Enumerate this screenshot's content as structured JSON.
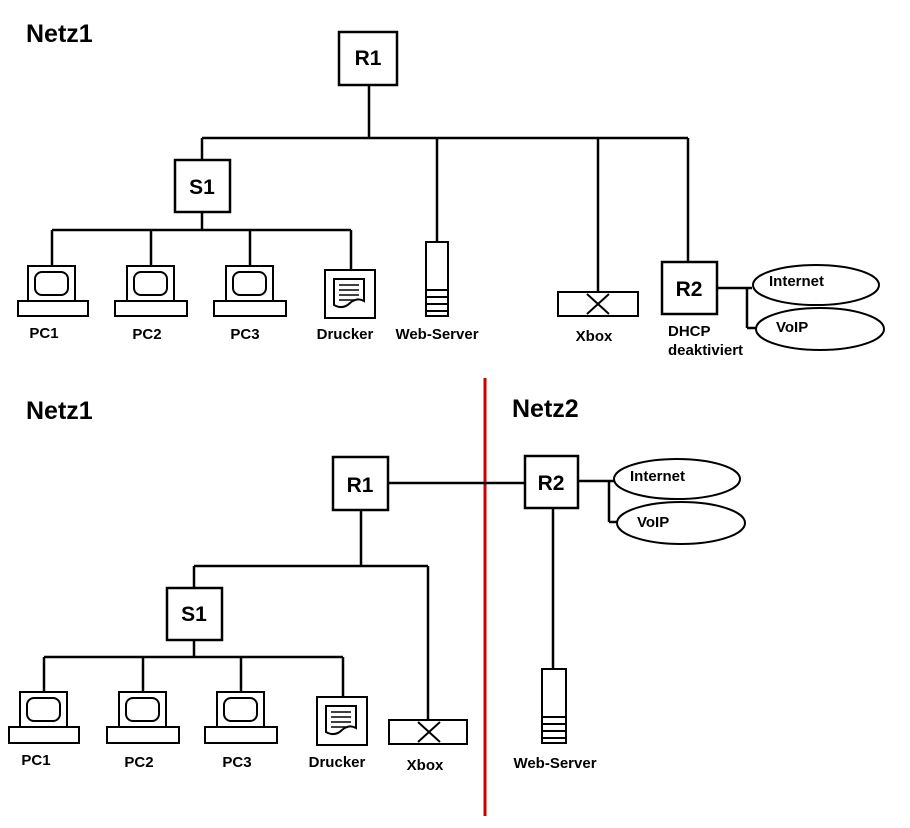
{
  "diagram1": {
    "title": "Netz1",
    "router1": "R1",
    "switch1": "S1",
    "router2": "R2",
    "pc1": "PC1",
    "pc2": "PC2",
    "pc3": "PC3",
    "printer": "Drucker",
    "webserver": "Web-Server",
    "xbox": "Xbox",
    "dhcp_line1": "DHCP",
    "dhcp_line2": "deaktiviert",
    "internet": "Internet",
    "voip": "VoIP"
  },
  "diagram2": {
    "title_left": "Netz1",
    "title_right": "Netz2",
    "router1": "R1",
    "switch1": "S1",
    "router2": "R2",
    "pc1": "PC1",
    "pc2": "PC2",
    "pc3": "PC3",
    "printer": "Drucker",
    "xbox": "Xbox",
    "webserver": "Web-Server",
    "internet": "Internet",
    "voip": "VoIP"
  },
  "colors": {
    "separator": "#cc0000"
  }
}
